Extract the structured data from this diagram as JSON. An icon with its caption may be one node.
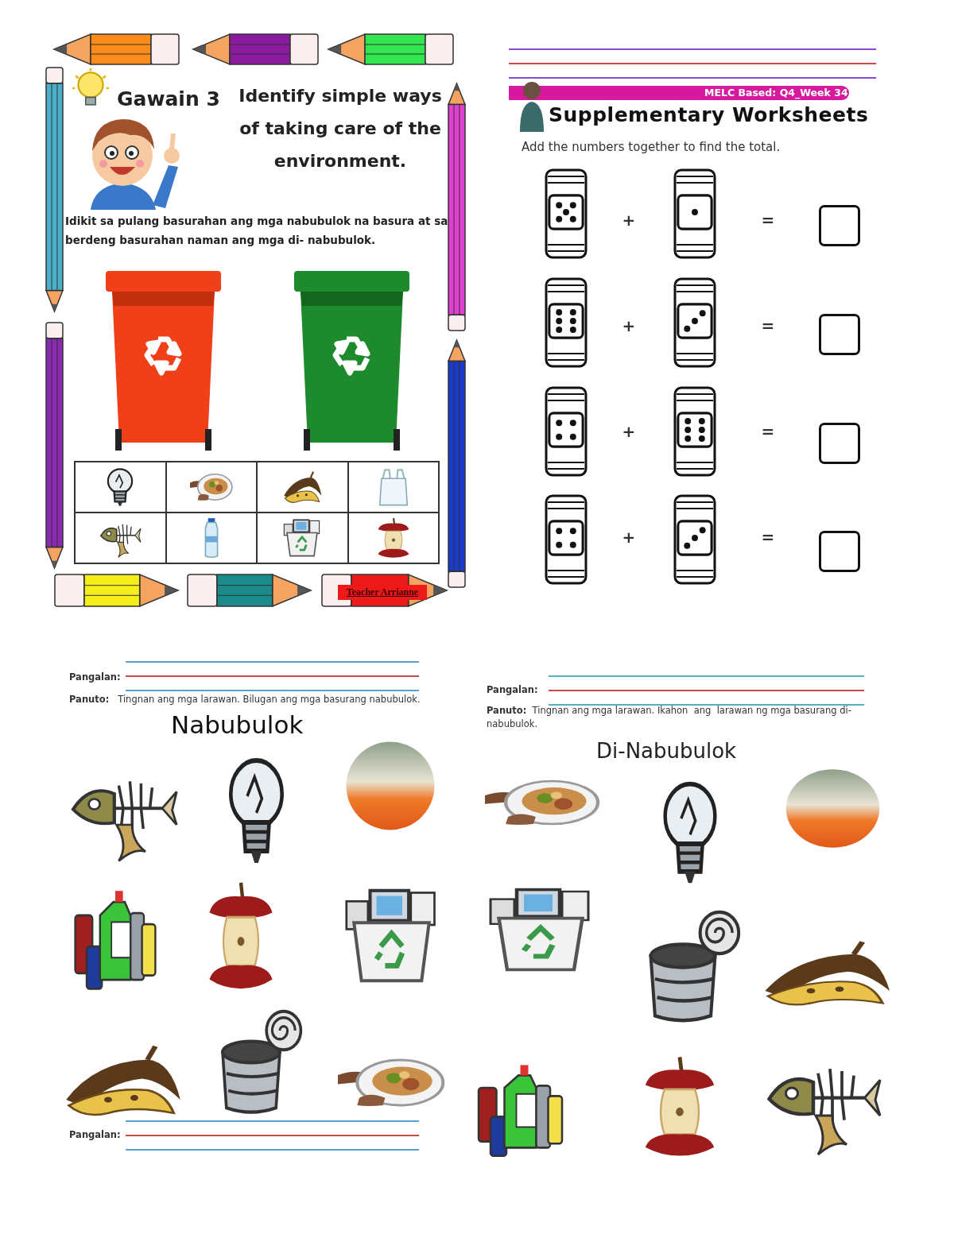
{
  "diagram": {
    "labels": [
      "Gawain 3",
      "Identify simple ways of taking care of the environment.",
      "Idikit sa pulang basurahan ang mga nabubulok na basura at sa berdeng basurahan naman ang mga di- nabubulok.",
      "Teacher Arrianne",
      "MELC Based: Q4_Week 34",
      "Supplementary Worksheets",
      "Add the numbers together to find the total.",
      "+",
      "=",
      "+",
      "=",
      "+",
      "=",
      "+",
      "=",
      "Pangalan:",
      "**Panuto:**   Tingnan ang mga larawan. Bilugan ang mga basurang nabubulok.",
      "Nabubulok",
      "Pangalan:",
      "**Panuto:**  Tingnan ang mga larawan. Ikahon  ang  larawan ng mga basurang di-nabubulok.",
      "Di-Nabubulok",
      "Pangalan:"
    ]
  }
}
